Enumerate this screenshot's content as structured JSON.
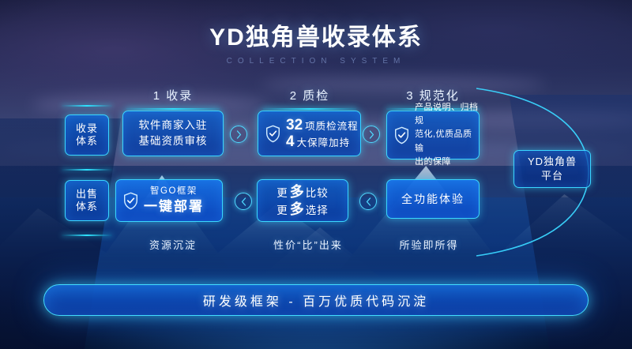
{
  "header": {
    "title": "YD独角兽收录体系",
    "subtitle": "COLLECTION SYSTEM"
  },
  "columns": [
    {
      "label": "1 收录"
    },
    {
      "label": "2 质检"
    },
    {
      "label": "3 规范化"
    }
  ],
  "rows": [
    {
      "side_label_line1": "收录",
      "side_label_line2": "体系"
    },
    {
      "side_label_line1": "出售",
      "side_label_line2": "体系"
    }
  ],
  "cards": {
    "r1c1": {
      "line1": "软件商家入驻",
      "line2": "基础资质审核"
    },
    "r1c2": {
      "icon": "shield-check-icon",
      "num1": "32",
      "text1": "项质检流程",
      "num2": "4",
      "text2": "大保障加持"
    },
    "r1c3": {
      "icon": "shield-check-icon",
      "line1": "产品说明、归档规",
      "line2": "范化,优质品质输",
      "line3": "出的保障"
    },
    "r2c1": {
      "icon": "shield-check-icon",
      "small": "智GO框架",
      "big": "一键部署"
    },
    "r2c2": {
      "a_pre": "更",
      "a_big": "多",
      "a_post": "比较",
      "b_pre": "更",
      "b_big": "多",
      "b_post": "选择"
    },
    "r2c3": {
      "label": "全功能体验"
    },
    "platform": {
      "line1": "YD独角兽",
      "line2": "平台"
    }
  },
  "arrows": [
    {
      "name": "arrow-right-1",
      "glyph": "›"
    },
    {
      "name": "arrow-right-2",
      "glyph": "›"
    },
    {
      "name": "arrow-left-1",
      "glyph": "‹"
    },
    {
      "name": "arrow-left-2",
      "glyph": "‹"
    }
  ],
  "captions": [
    {
      "text": "资源沉淀"
    },
    {
      "text": "性价“比”出来"
    },
    {
      "text": "所验即所得"
    }
  ],
  "banner": {
    "text": "研发级框架 - 百万优质代码沉淀"
  },
  "colors": {
    "accent_cyan": "#3ad6ff",
    "box_blue": "#0f5ec8",
    "text_white": "#ffffff",
    "subtitle_gray": "#6d7fb3"
  }
}
